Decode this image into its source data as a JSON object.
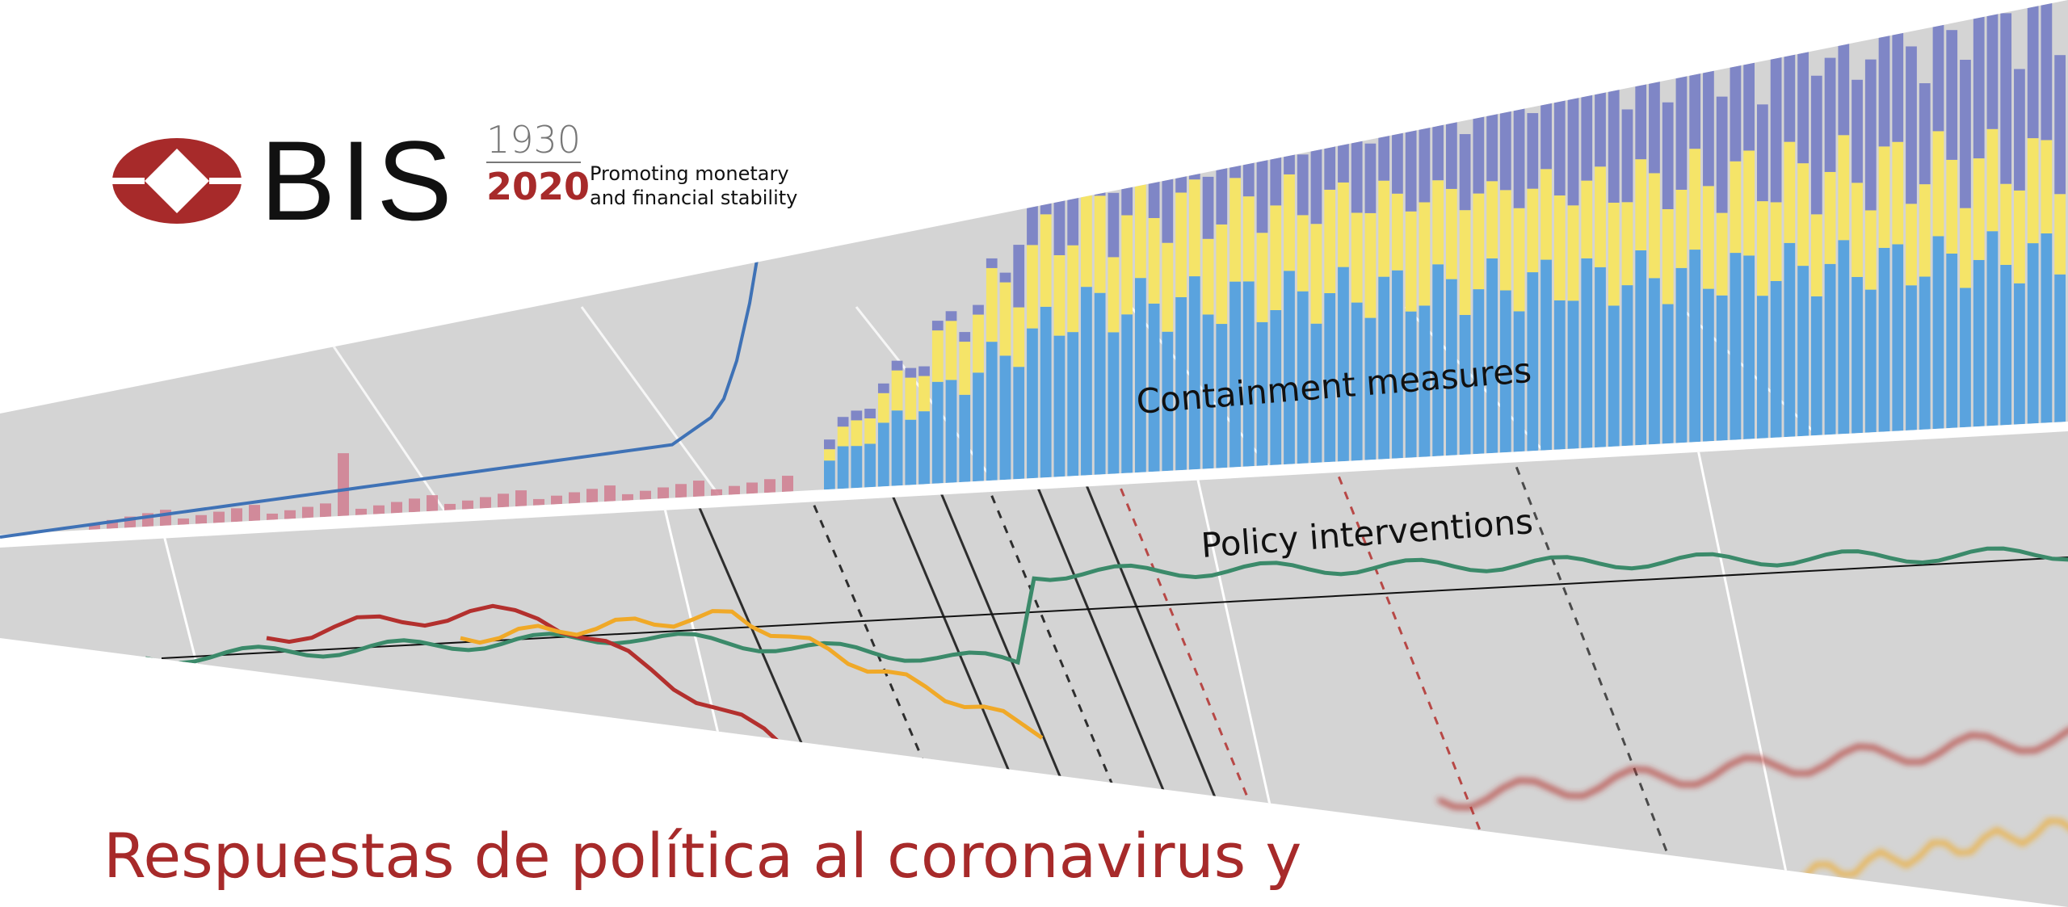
{
  "brand": {
    "name": "BIS",
    "year_start": "1930",
    "year_end": "2020",
    "tagline_line1": "Promoting monetary",
    "tagline_line2": "and financial stability",
    "color_red": "#a72a2a"
  },
  "artwork": {
    "panel_top_label": "Containment measures",
    "panel_bottom_label": "Policy interventions",
    "colors": {
      "blue_bar": "#5aa3de",
      "yellow_bar": "#f5e468",
      "purple_bar": "#7f86c6",
      "pink_bar": "#d07d8f",
      "line_blue": "#3f72b6",
      "line_red": "#b3302e",
      "line_orange": "#f0a928",
      "line_green": "#3b8a6a"
    }
  },
  "document": {
    "title": "Respuestas de política al coronavirus y"
  }
}
